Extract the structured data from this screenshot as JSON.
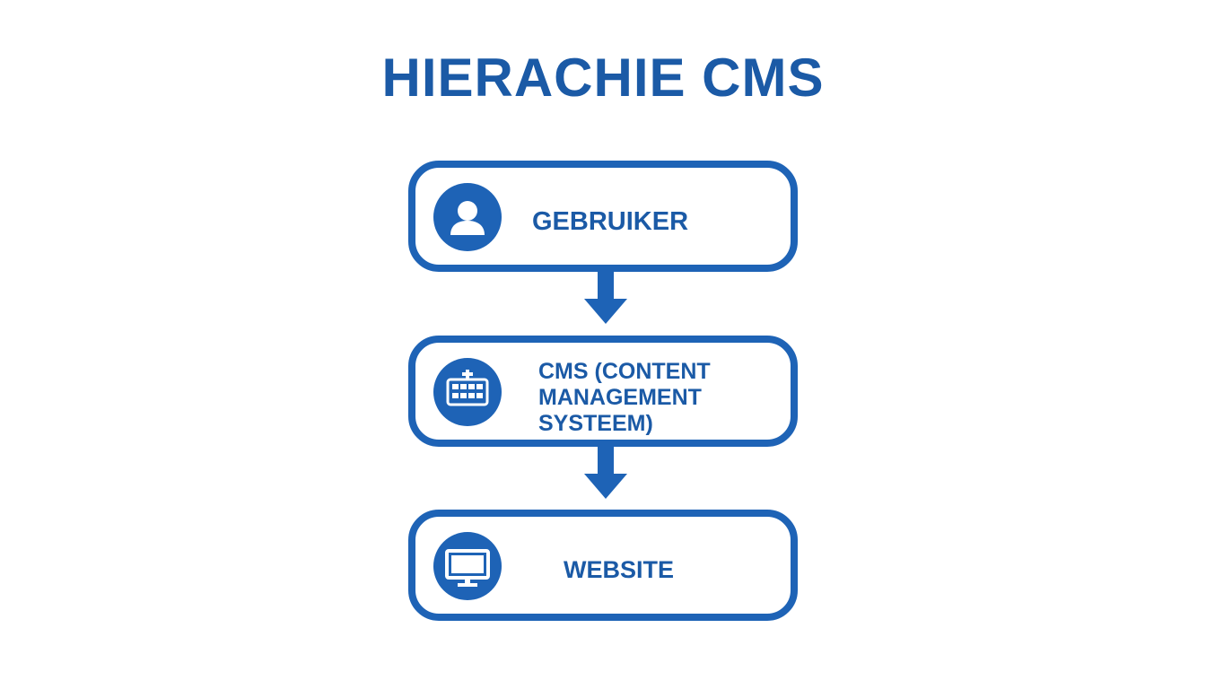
{
  "title": "HIERACHIE CMS",
  "colors": {
    "primary": "#1e63b6",
    "title": "#1b5aa6",
    "background": "#ffffff"
  },
  "nodes": [
    {
      "label": "GEBRUIKER",
      "icon": "user-icon"
    },
    {
      "label": "CMS (CONTENT MANAGEMENT SYSTEEM)",
      "icon": "keyboard-icon"
    },
    {
      "label": "WEBSITE",
      "icon": "monitor-icon"
    }
  ],
  "edges": [
    {
      "from": "GEBRUIKER",
      "to": "CMS (CONTENT MANAGEMENT SYSTEEM)"
    },
    {
      "from": "CMS (CONTENT MANAGEMENT SYSTEEM)",
      "to": "WEBSITE"
    }
  ]
}
